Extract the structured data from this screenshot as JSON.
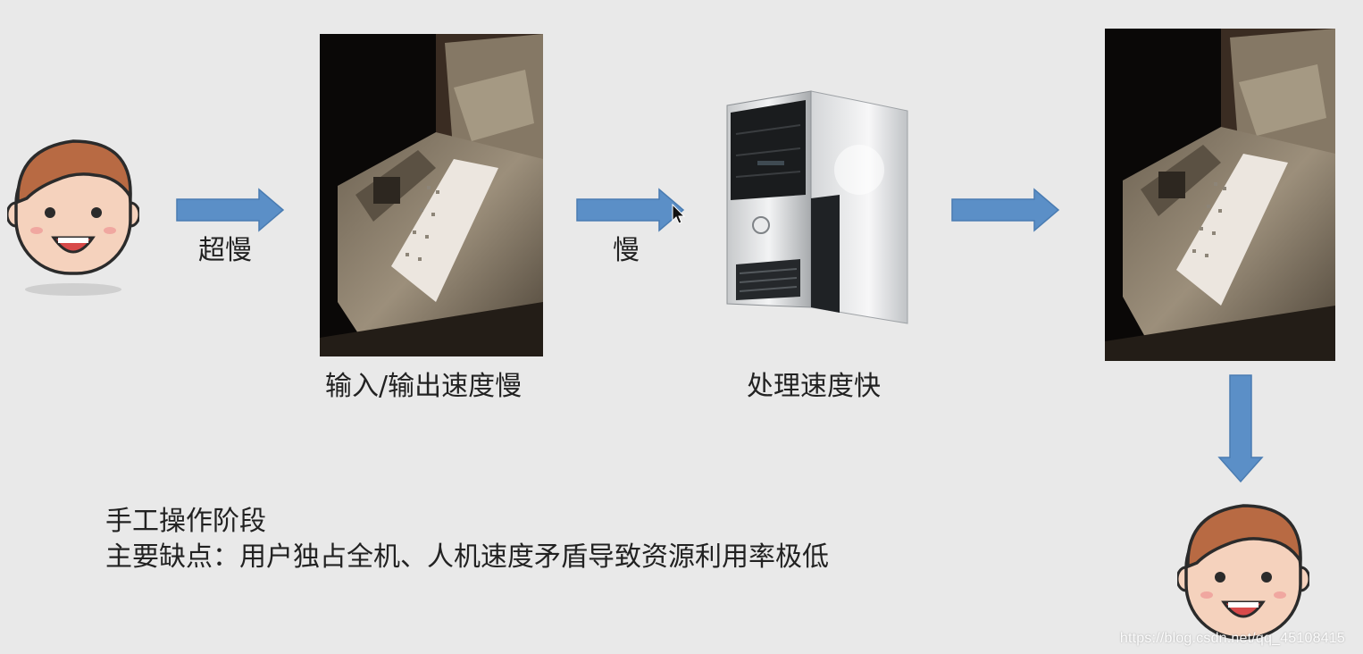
{
  "diagram": {
    "arrow_label_1": "超慢",
    "arrow_label_2": "慢",
    "io_caption": "输入/输出速度慢",
    "cpu_caption": "处理速度快",
    "stage_title": "手工操作阶段",
    "drawback": "主要缺点：用户独占全机、人机速度矛盾导致资源利用率极低"
  },
  "watermark": "https://blog.csdn.net/qq_45108415",
  "colors": {
    "background": "#e9e9e9",
    "arrow": "#5b8fc7",
    "face_skin": "#f5d2bd",
    "face_hair": "#b86a43",
    "text": "#222222"
  },
  "icons": {
    "user": "user-face-icon",
    "card_reader": "punch-card-reader-image",
    "computer": "computer-tower-image",
    "arrow": "right-arrow-icon"
  }
}
